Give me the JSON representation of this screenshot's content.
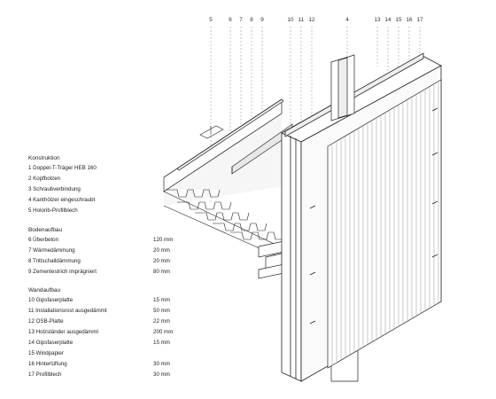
{
  "callouts": [
    "5",
    "6",
    "7",
    "8",
    "9",
    "10",
    "11",
    "12",
    "4",
    "13",
    "14",
    "15",
    "16",
    "17"
  ],
  "sections": [
    {
      "heading": "Konstruktion",
      "items": [
        {
          "label": "1 Doppel-T-Träger HEB 160",
          "value": ""
        },
        {
          "label": "2 Kopfbolzen",
          "value": ""
        },
        {
          "label": "3 Schraubverbindung",
          "value": ""
        },
        {
          "label": "4 Kanthölzer eingeschraubt",
          "value": ""
        },
        {
          "label": "5 Holorib-Profilblech",
          "value": ""
        }
      ]
    },
    {
      "heading": "Bodenaufbau",
      "items": [
        {
          "label": "6 Überbeton",
          "value": "120 mm"
        },
        {
          "label": "7 Wärmedämmung",
          "value": "20 mm"
        },
        {
          "label": "8 Trittschalldämmung",
          "value": "20 mm"
        },
        {
          "label": "9 Zementestrich imprägniert",
          "value": "80 mm"
        }
      ]
    },
    {
      "heading": "Wandaufbau",
      "items": [
        {
          "label": "10 Gipsfaserplatte",
          "value": "15 mm"
        },
        {
          "label": "11 Installationsrost ausgedämmt",
          "value": "50 mm"
        },
        {
          "label": "12 OSB-Platte",
          "value": "22 mm"
        },
        {
          "label": "13 Holzständer ausgedämmt",
          "value": "200 mm"
        },
        {
          "label": "14 Gipsfaserplatte",
          "value": "15 mm"
        },
        {
          "label": "15 Windpapier",
          "value": ""
        },
        {
          "label": "16 Hinterlüftung",
          "value": "30 mm"
        },
        {
          "label": "17 Profilblech",
          "value": "30 mm"
        }
      ]
    }
  ]
}
